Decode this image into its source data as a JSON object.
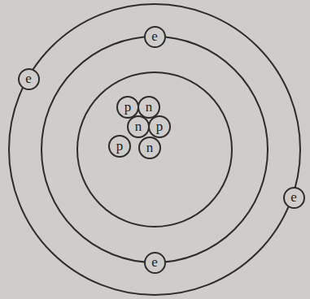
{
  "diagram": {
    "nodes": [
      {
        "text": [
          "e"
        ]
      },
      {
        "text": [
          "e"
        ]
      },
      {
        "text": [
          "p"
        ]
      },
      {
        "text": [
          "n"
        ]
      },
      {
        "text": [
          "n"
        ]
      },
      {
        "text": [
          "p"
        ]
      },
      {
        "text": [
          "p"
        ]
      },
      {
        "text": [
          "n"
        ]
      },
      {
        "text": [
          "e"
        ]
      },
      {
        "text": [
          "e"
        ]
      }
    ]
  }
}
